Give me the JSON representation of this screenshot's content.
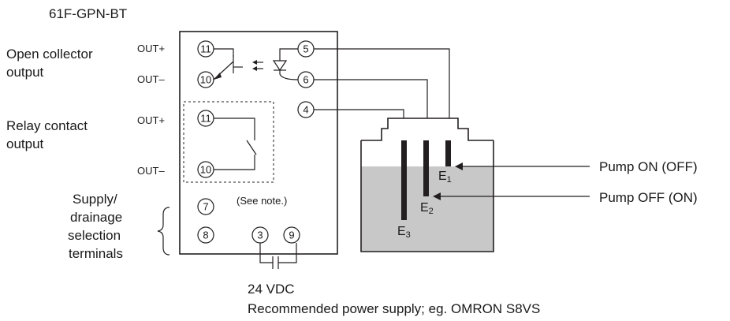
{
  "diagram": {
    "model": "61F-GPN-BT",
    "left_labels": {
      "open_collector_line1": "Open collector",
      "open_collector_line2": "output",
      "relay_line1": "Relay contact",
      "relay_line2": "output",
      "supply_line1": "Supply/",
      "supply_line2": "drainage",
      "supply_line3": "selection",
      "supply_line4": "terminals"
    },
    "out_plus": "OUT+",
    "out_minus": "OUT–",
    "terminals": {
      "t11": "11",
      "t10": "10",
      "t5": "5",
      "t6": "6",
      "t4": "4",
      "t7": "7",
      "t8": "8",
      "t3": "3",
      "t9": "9"
    },
    "see_note": "(See note.)",
    "electrodes": {
      "e1": "E",
      "e1_sub": "1",
      "e2": "E",
      "e2_sub": "2",
      "e3": "E",
      "e3_sub": "3"
    },
    "pump_on": "Pump ON (OFF)",
    "pump_off": "Pump OFF (ON)",
    "power_voltage": "24 VDC",
    "power_recommend": "Recommended power supply; eg. OMRON S8VS",
    "colors": {
      "water": "#c8c8c8",
      "line": "#231f20"
    }
  }
}
